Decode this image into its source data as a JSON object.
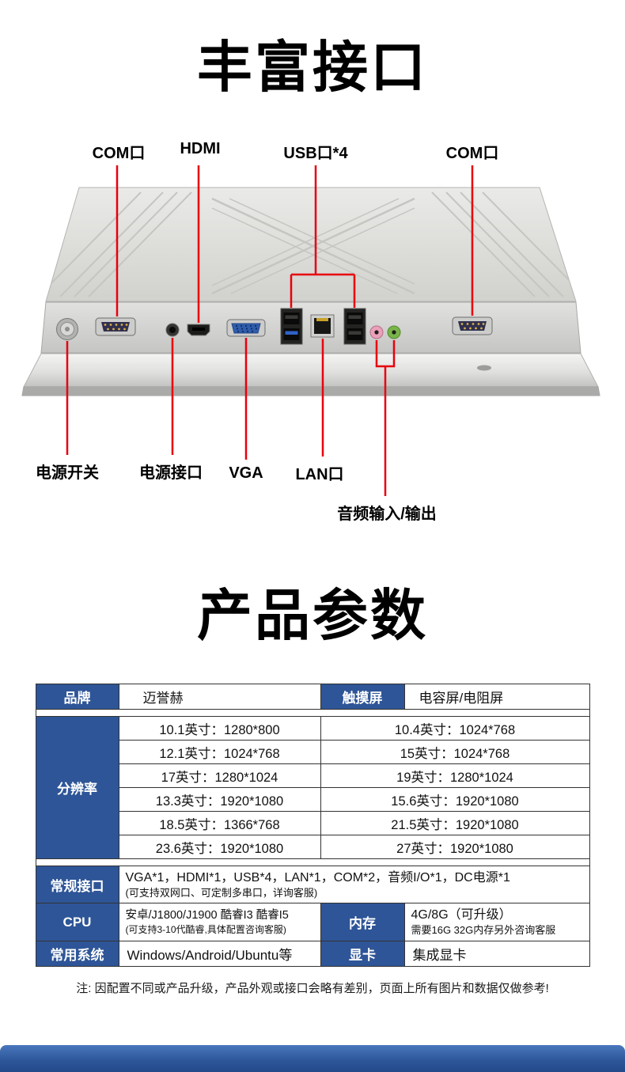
{
  "sections": {
    "interfaces_title": "丰富接口",
    "specs_title": "产品参数"
  },
  "diagram": {
    "labels": {
      "com_left": "COM口",
      "hdmi": "HDMI",
      "usb": "USB口*4",
      "com_right": "COM口",
      "power_switch": "电源开关",
      "power_jack": "电源接口",
      "vga": "VGA",
      "lan": "LAN口",
      "audio": "音频输入/输出"
    }
  },
  "spec_table": {
    "brand_label": "品牌",
    "brand_value": "迈誉赫",
    "touch_label": "触摸屏",
    "touch_value": "电容屏/电阻屏",
    "resolution_label": "分辨率",
    "resolution_rows": [
      {
        "left": "10.1英寸：1280*800",
        "right": "10.4英寸：1024*768"
      },
      {
        "left": "12.1英寸：1024*768",
        "right": "15英寸：1024*768"
      },
      {
        "left": "17英寸：1280*1024",
        "right": "19英寸：1280*1024"
      },
      {
        "left": "13.3英寸：1920*1080",
        "right": "15.6英寸：1920*1080"
      },
      {
        "left": "18.5英寸：1366*768",
        "right": "21.5英寸：1920*1080"
      },
      {
        "left": "23.6英寸：1920*1080",
        "right": "27英寸：1920*1080"
      }
    ],
    "ports_label": "常规接口",
    "ports_value_line1": "VGA*1，HDMI*1，USB*4，LAN*1，COM*2，音频I/O*1，DC电源*1",
    "ports_value_line2": "(可支持双网口、可定制多串口，详询客服)",
    "cpu_label": "CPU",
    "cpu_value_line1": "安卓/J1800/J1900 酷睿I3 酷睿I5",
    "cpu_value_line2": "(可支持3-10代酷睿,具体配置咨询客服)",
    "memory_label": "内存",
    "memory_value_line1": "4G/8G（可升级）",
    "memory_value_line2": "需要16G 32G内存另外咨询客服",
    "os_label": "常用系统",
    "os_value": "Windows/Android/Ubuntu等",
    "gpu_label": "显卡",
    "gpu_value": "集成显卡"
  },
  "footer": {
    "note": "注: 因配置不同或产品升级，产品外观或接口会略有差别，页面上所有图片和数据仅做参考!"
  },
  "colors": {
    "table_header_blue": "#2e5597",
    "callout_red": "#e8000d",
    "bottom_bar_blue": "#2c5598"
  }
}
